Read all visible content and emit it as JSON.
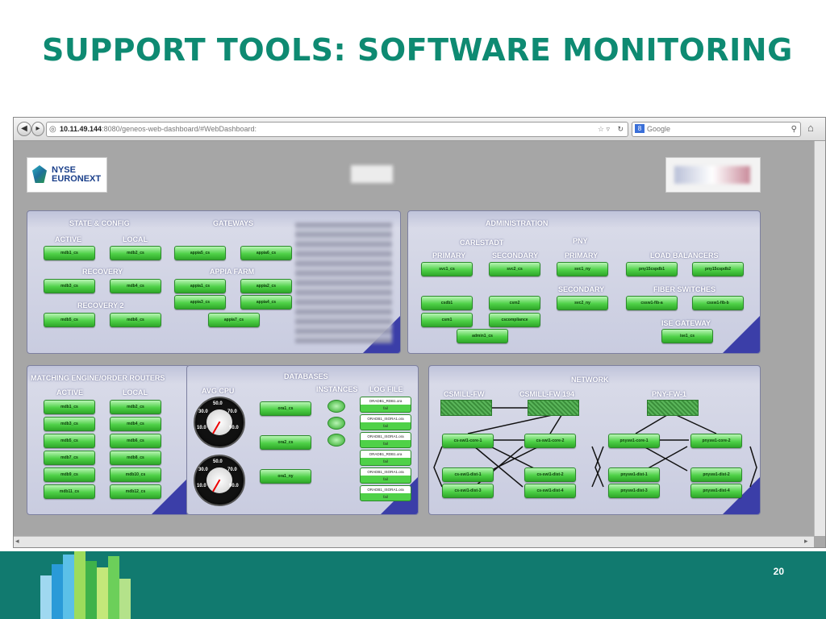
{
  "slide": {
    "title": "SUPPORT TOOLS: SOFTWARE MONITORING",
    "page_number": "20"
  },
  "browser": {
    "url_host": "10.11.49.144",
    "url_path": ":8080/geneos-web-dashboard/#WebDashboard:",
    "search_placeholder": "Google"
  },
  "dashboard": {
    "logo_text_line1": "NYSE",
    "logo_text_line2": "EURONEXT",
    "state_config": {
      "title": "STATE & CONFIG",
      "active": "ACTIVE",
      "local": "LOCAL",
      "recovery": "RECOVERY",
      "recovery2": "RECOVERY 2",
      "buttons": [
        "mdb1_cs",
        "mdb2_cs",
        "mdb3_cs",
        "mdb4_cs",
        "mdb5_cs",
        "mdb6_cs"
      ]
    },
    "gateways": {
      "title": "GATEWAYS",
      "appia_farm": "APPIA FARM",
      "buttons": [
        "appia5_cs",
        "appia6_cs"
      ],
      "farm_buttons": [
        "appia1_cs",
        "appia2_cs",
        "appia3_cs",
        "appia4_cs",
        "appia7_cs"
      ]
    },
    "administration": {
      "title": "ADMINISTRATION",
      "carlstadt": "CARLSTADT",
      "pny": "PNY",
      "primary": "PRIMARY",
      "secondary": "SECONDARY",
      "load_balancers": "LOAD BALANCERS",
      "fiber_switches": "FIBER SWITCHES",
      "ise_gateway": "ISE GATEWAY",
      "buttons": [
        "svc1_cs",
        "svc2_cs",
        "svc1_ny",
        "pny15cspdb1",
        "pny15cspdb2",
        "svc2_ny",
        "csdb1",
        "csm1",
        "csm2",
        "cscompliance",
        "admin1_cs",
        "cssw1-fib-a",
        "cssw1-fib-b",
        "ise1_cs"
      ]
    },
    "matching": {
      "title": "MATCHING ENGINE/ORDER ROUTERS",
      "active": "ACTIVE",
      "local": "LOCAL",
      "buttons": [
        "mdb1_cs",
        "mdb2_cs",
        "mdb3_cs",
        "mdb4_cs",
        "mdb5_cs",
        "mdb6_cs",
        "mdb7_cs",
        "mdb8_cs",
        "mdb9_cs",
        "mdb10_cs",
        "mdb11_cs",
        "mdb12_cs"
      ]
    },
    "databases": {
      "title": "DATABASES",
      "avg_cpu": "AVG CPU",
      "instances": "INSTANCES",
      "log_file": "LOG FILE",
      "buttons": [
        "ora1_cs",
        "ora2_cs",
        "ora1_ny"
      ],
      "log_files": [
        "ORADB1_RDB1.ora",
        "ORADB1_ISORA1.ora",
        "ORADB1_ISORA1.ora",
        "ORADB1_RDB1.ora",
        "ORADB1_ISORA1.ora",
        "ORADB1_ISORA1.ora"
      ],
      "log_status": "fail",
      "gauge_ticks": [
        "50.0",
        "70.0",
        "30.0",
        "10.0",
        "90.0"
      ]
    },
    "network": {
      "title": "NETWORK",
      "csmill_fw": "CSMILL-FW",
      "csmill_fw194": "CSMILL-FW 194",
      "pny_fw1": "PNY-FW-1",
      "core_buttons": [
        "cs-swi1-core-1",
        "cs-swi1-core-2",
        "pnysw1-core-1",
        "pnysw1-core-2"
      ],
      "dist_buttons": [
        "cs-swi1-dist-1",
        "cs-swi1-dist-2",
        "pnysw1-dist-1",
        "pnysw1-dist-2",
        "cs-swi1-dist-3",
        "cs-swi1-dist-4",
        "pnysw1-dist-3",
        "pnysw1-dist-4"
      ]
    }
  }
}
